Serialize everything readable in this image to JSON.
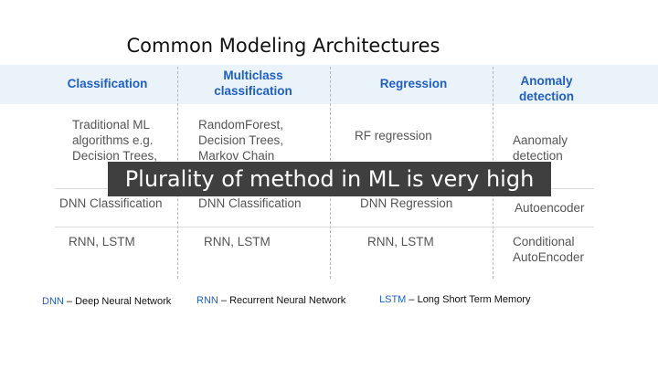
{
  "slide": {
    "title": "Common Modeling Architectures",
    "caption": "Plurality of method in ML is very high"
  },
  "table": {
    "headers": [
      "Classification",
      "Multiclass classification",
      "Regression",
      "Anomaly detection"
    ],
    "rows": [
      [
        "Traditional ML algorithms e.g. Decision Trees,",
        "RandomForest, Decision Trees, Markov Chain",
        "RF regression",
        "Aanomaly detection"
      ],
      [
        "DNN Classification",
        "DNN Classification",
        "DNN Regression",
        "Autoencoder"
      ],
      [
        "RNN, LSTM",
        "RNN, LSTM",
        "RNN, LSTM",
        "Conditional AutoEncoder"
      ]
    ]
  },
  "legend": [
    {
      "abbr": "DNN",
      "text": " – Deep Neural Network"
    },
    {
      "abbr": "RNN",
      "text": " – Recurrent Neural Network"
    },
    {
      "abbr": "LSTM",
      "text": " – Long Short Term Memory"
    }
  ]
}
